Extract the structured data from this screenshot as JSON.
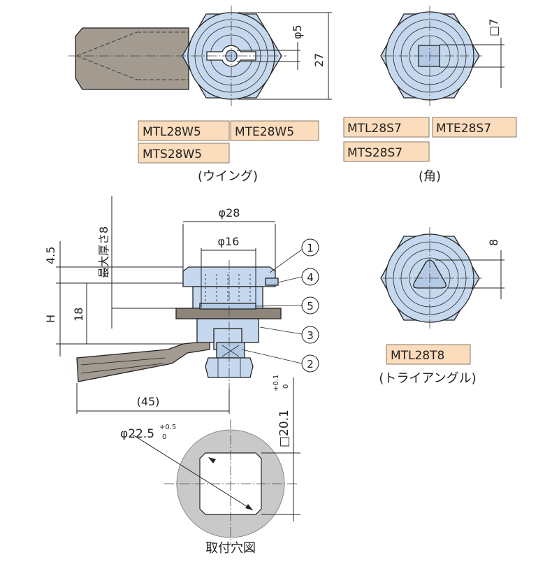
{
  "views": {
    "wing": {
      "models": [
        "MTL28W5",
        "MTE28W5",
        "MTS28W5"
      ],
      "caption": "(ウイング)",
      "dim_phi": "φ5",
      "dim_27": "27"
    },
    "square": {
      "models": [
        "MTL28S7",
        "MTE28S7",
        "MTS28S7"
      ],
      "caption": "(角)",
      "dim_square": "□7"
    },
    "triangle": {
      "models": [
        "MTL28T8"
      ],
      "caption": "(トライアングル)",
      "dim_8": "8"
    }
  },
  "section": {
    "dim_phi28": "φ28",
    "dim_phi16": "φ16",
    "dim_4_5": "4.5",
    "dim_max_thickness": "最大厚さ8",
    "dim_H": "H",
    "dim_18": "18",
    "dim_45": "(45)",
    "parts": [
      "1",
      "4",
      "5",
      "3",
      "2"
    ]
  },
  "mounting_hole": {
    "caption": "取付穴図",
    "dim_diameter": "φ22.5",
    "dim_diameter_tol_upper": "+0.5",
    "dim_diameter_tol_lower": "0",
    "dim_width": "□20.1",
    "dim_width_tol_upper": "+0.1",
    "dim_width_tol_lower": "0"
  },
  "colors": {
    "body_blue": "#c6d8ee",
    "handle_gray": "#a39a90",
    "badge_fill": "#fbdcbc"
  }
}
